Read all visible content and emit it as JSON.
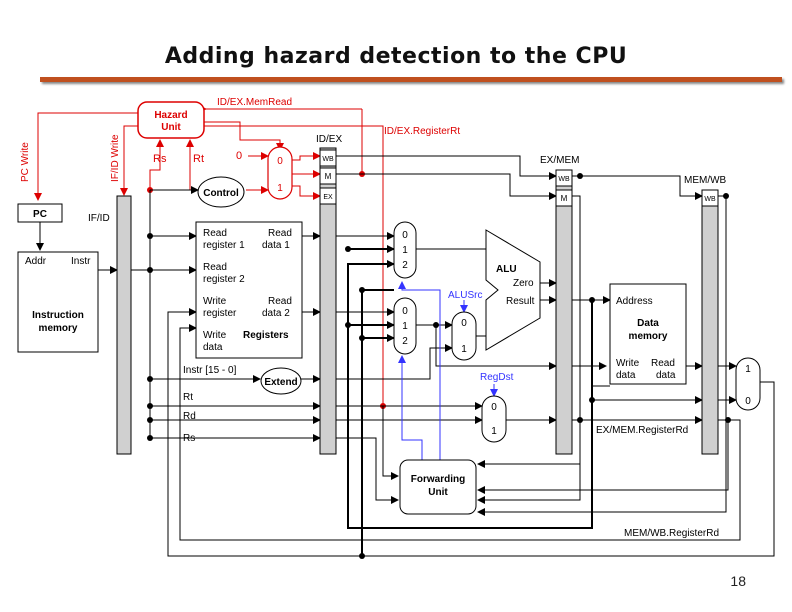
{
  "slide": {
    "title": "Adding hazard detection to the CPU",
    "page_number": "18"
  },
  "colors": {
    "hazard": "#dd0000",
    "control_path": "#3333ff",
    "wire": "#000000",
    "title_rule": "#c0501f",
    "pipeline_register": "#d0d0d0"
  },
  "hazard_unit": {
    "line1": "Hazard",
    "line2": "Unit",
    "in_rs": "Rs",
    "in_rt": "Rt",
    "sig_idex_memread": "ID/EX.MemRead",
    "sig_idex_registerrt": "ID/EX.RegisterRt",
    "sig_pc_write": "PC Write",
    "sig_ifid_write": "IF/ID Write"
  },
  "control_mux": {
    "const_zero": "0",
    "in0": "0",
    "in1": "1"
  },
  "control": {
    "label": "Control"
  },
  "pc": {
    "label": "PC"
  },
  "instruction_memory": {
    "addr": "Addr",
    "instr": "Instr",
    "name1": "Instruction",
    "name2": "memory"
  },
  "pipeline_registers": {
    "if_id": "IF/ID",
    "id_ex": "ID/EX",
    "ex_mem": "EX/MEM",
    "mem_wb": "MEM/WB",
    "wb": "WB",
    "m": "M",
    "ex": "EX"
  },
  "registers": {
    "read_register_1a": "Read",
    "read_register_1b": "register 1",
    "read_data_1a": "Read",
    "read_data_1b": "data 1",
    "read_register_2a": "Read",
    "read_register_2b": "register 2",
    "write_register_a": "Write",
    "write_register_b": "register",
    "read_data_2a": "Read",
    "read_data_2b": "data 2",
    "write_data_a": "Write",
    "write_data_b": "data",
    "name": "Registers"
  },
  "instr_fields": {
    "imm": "Instr [15 - 0]",
    "rt": "Rt",
    "rd": "Rd",
    "rs": "Rs"
  },
  "extend": {
    "label": "Extend"
  },
  "forward_mux_a": {
    "in0": "0",
    "in1": "1",
    "in2": "2"
  },
  "forward_mux_b": {
    "in0": "0",
    "in1": "1",
    "in2": "2"
  },
  "alusrc_mux": {
    "label": "ALUSrc",
    "in0": "0",
    "in1": "1"
  },
  "regdst_mux": {
    "label": "RegDst",
    "in0": "0",
    "in1": "1"
  },
  "alu": {
    "label": "ALU",
    "zero": "Zero",
    "result": "Result"
  },
  "data_memory": {
    "address": "Address",
    "name1": "Data",
    "name2": "memory",
    "write_data_a": "Write",
    "write_data_b": "data",
    "read_data_a": "Read",
    "read_data_b": "data"
  },
  "wb_mux": {
    "in1": "1",
    "in0": "0"
  },
  "forwarding_unit": {
    "line1": "Forwarding",
    "line2": "Unit"
  },
  "signals": {
    "exmem_registerrd": "EX/MEM.RegisterRd",
    "memwb_registerrd": "MEM/WB.RegisterRd"
  }
}
